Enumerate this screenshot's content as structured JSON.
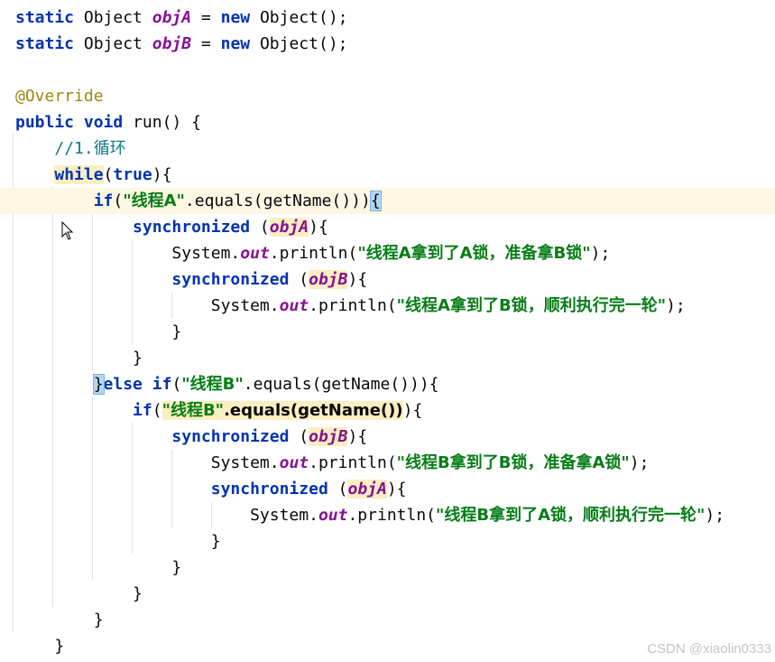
{
  "editor": {
    "lines": [
      {
        "tokens": [
          {
            "t": "static",
            "c": "kw"
          },
          {
            "t": " Object ",
            "c": "plain"
          },
          {
            "t": "objA",
            "c": "static-field"
          },
          {
            "t": " = ",
            "c": "plain"
          },
          {
            "t": "new",
            "c": "kw"
          },
          {
            "t": " Object();",
            "c": "plain"
          }
        ]
      },
      {
        "tokens": [
          {
            "t": "static",
            "c": "kw"
          },
          {
            "t": " Object ",
            "c": "plain"
          },
          {
            "t": "objB",
            "c": "static-field"
          },
          {
            "t": " = ",
            "c": "plain"
          },
          {
            "t": "new",
            "c": "kw"
          },
          {
            "t": " Object();",
            "c": "plain"
          }
        ]
      },
      {
        "tokens": []
      },
      {
        "tokens": [
          {
            "t": "@Override",
            "c": "annotation"
          }
        ]
      },
      {
        "tokens": [
          {
            "t": "public",
            "c": "kw"
          },
          {
            "t": " ",
            "c": "plain"
          },
          {
            "t": "void",
            "c": "kw"
          },
          {
            "t": " run() {",
            "c": "plain"
          }
        ]
      },
      {
        "tokens": [
          {
            "t": "    ",
            "c": "plain"
          },
          {
            "t": "//1.",
            "c": "comment-doc"
          },
          {
            "t": "循环",
            "c": "comment-doc",
            "cjk": true
          }
        ]
      },
      {
        "tokens": [
          {
            "t": "    ",
            "c": "plain"
          },
          {
            "t": "while",
            "c": "kw",
            "hl": "yellow"
          },
          {
            "t": "(",
            "c": "plain"
          },
          {
            "t": "true",
            "c": "kw"
          },
          {
            "t": "){",
            "c": "plain"
          }
        ]
      },
      {
        "current": true,
        "tokens": [
          {
            "t": "        ",
            "c": "plain"
          },
          {
            "t": "if",
            "c": "kw"
          },
          {
            "t": "(",
            "c": "plain"
          },
          {
            "t": "\"线程A\"",
            "c": "string",
            "cjk": true
          },
          {
            "t": ".equals(getName()))",
            "c": "plain"
          },
          {
            "t": "{",
            "c": "plain",
            "hl": "brace"
          }
        ]
      },
      {
        "tokens": [
          {
            "t": "            ",
            "c": "plain"
          },
          {
            "t": "synchronized",
            "c": "kw"
          },
          {
            "t": " (",
            "c": "plain"
          },
          {
            "t": "objA",
            "c": "static-field",
            "hl": "yellow"
          },
          {
            "t": "){",
            "c": "plain"
          }
        ]
      },
      {
        "tokens": [
          {
            "t": "                System.",
            "c": "plain"
          },
          {
            "t": "out",
            "c": "static-field"
          },
          {
            "t": ".println(",
            "c": "plain"
          },
          {
            "t": "\"线程A拿到了A锁，准备拿B锁\"",
            "c": "string",
            "cjk": true
          },
          {
            "t": ");",
            "c": "plain"
          }
        ]
      },
      {
        "tokens": [
          {
            "t": "                ",
            "c": "plain"
          },
          {
            "t": "synchronized",
            "c": "kw"
          },
          {
            "t": " (",
            "c": "plain"
          },
          {
            "t": "objB",
            "c": "static-field",
            "hl": "yellow"
          },
          {
            "t": "){",
            "c": "plain"
          }
        ]
      },
      {
        "tokens": [
          {
            "t": "                    System.",
            "c": "plain"
          },
          {
            "t": "out",
            "c": "static-field"
          },
          {
            "t": ".println(",
            "c": "plain"
          },
          {
            "t": "\"线程A拿到了B锁，顺利执行完一轮\"",
            "c": "string",
            "cjk": true
          },
          {
            "t": ");",
            "c": "plain"
          }
        ]
      },
      {
        "tokens": [
          {
            "t": "                }",
            "c": "plain"
          }
        ]
      },
      {
        "tokens": [
          {
            "t": "            }",
            "c": "plain"
          }
        ]
      },
      {
        "tokens": [
          {
            "t": "        ",
            "c": "plain"
          },
          {
            "t": "}",
            "c": "plain",
            "hl": "brace"
          },
          {
            "t": "else",
            "c": "kw"
          },
          {
            "t": " ",
            "c": "plain"
          },
          {
            "t": "if",
            "c": "kw"
          },
          {
            "t": "(",
            "c": "plain"
          },
          {
            "t": "\"线程B\"",
            "c": "string",
            "cjk": true
          },
          {
            "t": ".equals(getName())){",
            "c": "plain"
          }
        ]
      },
      {
        "tokens": [
          {
            "t": "            ",
            "c": "plain"
          },
          {
            "t": "if",
            "c": "kw"
          },
          {
            "t": "(",
            "c": "plain"
          },
          {
            "t": "\"线程B\".equals(getName())",
            "c": "string-mixed",
            "hl": "yellow"
          },
          {
            "t": "){",
            "c": "plain"
          }
        ]
      },
      {
        "tokens": [
          {
            "t": "                ",
            "c": "plain"
          },
          {
            "t": "synchronized",
            "c": "kw"
          },
          {
            "t": " (",
            "c": "plain"
          },
          {
            "t": "objB",
            "c": "static-field",
            "hl": "yellow"
          },
          {
            "t": "){",
            "c": "plain"
          }
        ]
      },
      {
        "tokens": [
          {
            "t": "                    System.",
            "c": "plain"
          },
          {
            "t": "out",
            "c": "static-field"
          },
          {
            "t": ".println(",
            "c": "plain"
          },
          {
            "t": "\"线程B拿到了B锁，准备拿A锁\"",
            "c": "string",
            "cjk": true
          },
          {
            "t": ");",
            "c": "plain"
          }
        ]
      },
      {
        "tokens": [
          {
            "t": "                    ",
            "c": "plain"
          },
          {
            "t": "synchronized",
            "c": "kw"
          },
          {
            "t": " (",
            "c": "plain"
          },
          {
            "t": "objA",
            "c": "static-field",
            "hl": "yellow"
          },
          {
            "t": "){",
            "c": "plain"
          }
        ]
      },
      {
        "tokens": [
          {
            "t": "                        System.",
            "c": "plain"
          },
          {
            "t": "out",
            "c": "static-field"
          },
          {
            "t": ".println(",
            "c": "plain"
          },
          {
            "t": "\"线程B拿到了A锁，顺利执行完一轮\"",
            "c": "string",
            "cjk": true
          },
          {
            "t": ");",
            "c": "plain"
          }
        ]
      },
      {
        "tokens": [
          {
            "t": "                    }",
            "c": "plain"
          }
        ]
      },
      {
        "tokens": [
          {
            "t": "                }",
            "c": "plain"
          }
        ]
      },
      {
        "tokens": [
          {
            "t": "            }",
            "c": "plain"
          }
        ]
      },
      {
        "tokens": [
          {
            "t": "        }",
            "c": "plain"
          }
        ]
      },
      {
        "tokens": [
          {
            "t": "    }",
            "c": "plain"
          }
        ]
      },
      {
        "tokens": [
          {
            "t": "}",
            "c": "plain"
          }
        ]
      }
    ]
  },
  "watermark": "CSDN @xiaolin0333",
  "colors": {
    "keyword": "#0033b3",
    "string": "#067d17",
    "field": "#871094",
    "annotation": "#9e880d",
    "current_line": "#fdf7e3",
    "highlight": "#fbeec0",
    "brace_match": "#b3d7f3"
  },
  "icons": {
    "cursor": "mouse-pointer-icon"
  }
}
